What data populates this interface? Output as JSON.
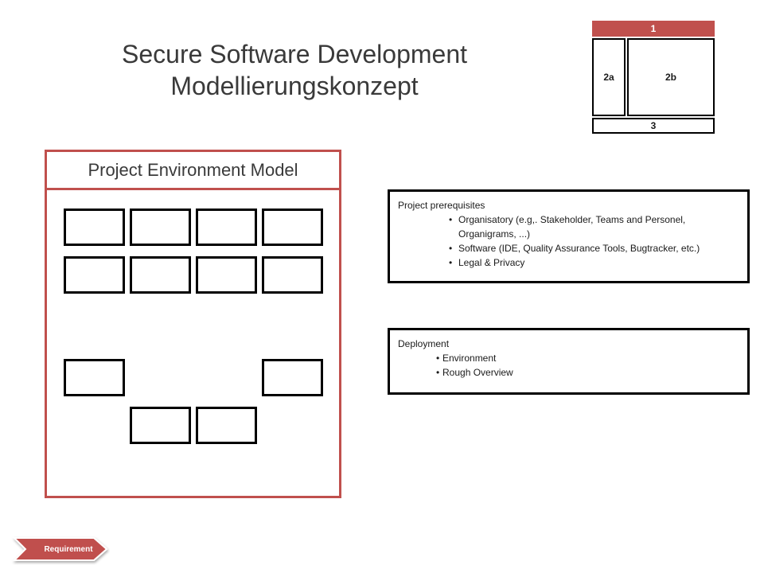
{
  "title": {
    "line1": "Secure Software Development",
    "line2": "Modellierungskonzept"
  },
  "layout_legend": {
    "region_1": "1",
    "region_2a": "2a",
    "region_2b": "2b",
    "region_3": "3",
    "accent_color": "#c0504d"
  },
  "panel": {
    "title": "Project Environment Model",
    "border_color": "#c0504d"
  },
  "prerequisites": {
    "title": "Project prerequisites",
    "items": [
      "Organisatory (e.g,. Stakeholder, Teams and Personel, Organigrams, ...)",
      "Software (IDE, Quality Assurance Tools, Bugtracker, etc.)",
      "Legal & Privacy"
    ]
  },
  "deployment": {
    "title": "Deployment",
    "items": [
      "Environment",
      "Rough Overview"
    ]
  },
  "footer": {
    "tag_label": "Requirement",
    "tag_color": "#c0504d"
  }
}
